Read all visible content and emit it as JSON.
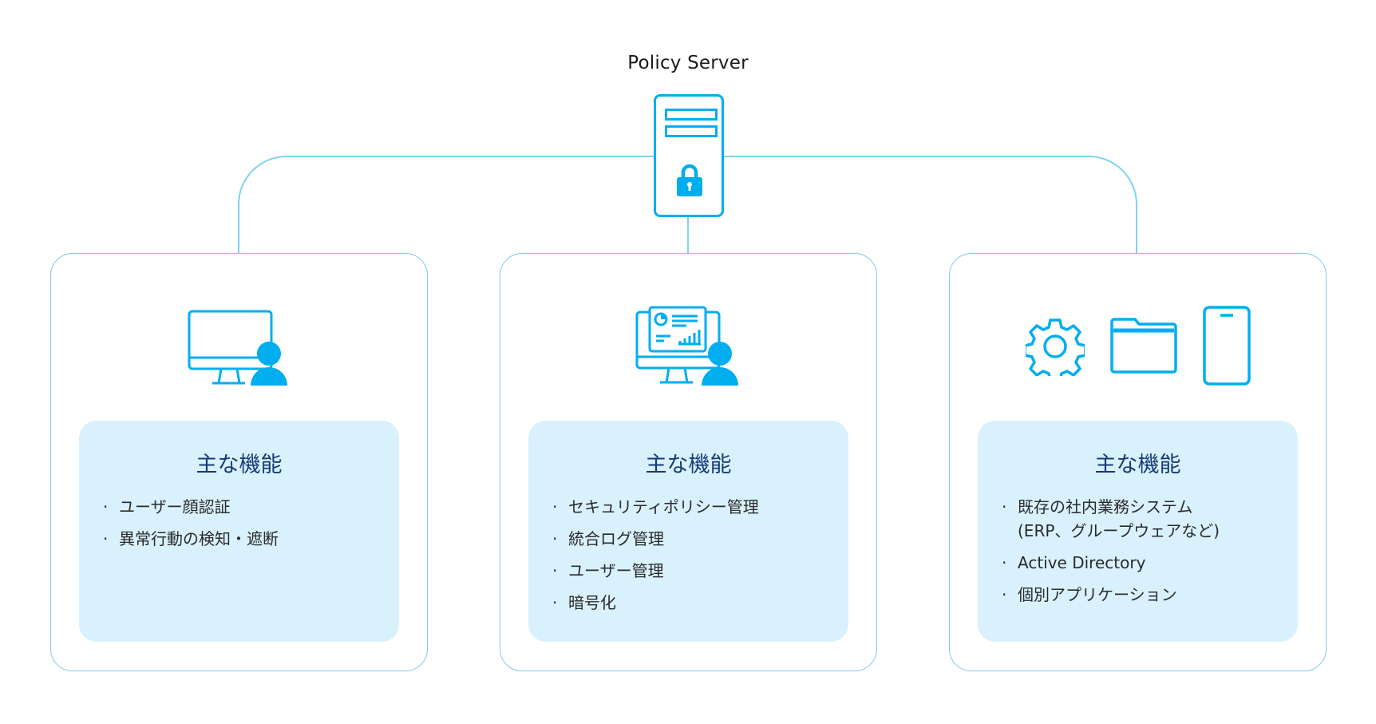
{
  "server": {
    "title": "Policy Server",
    "icon": "server-lock-icon"
  },
  "colors": {
    "accent": "#00aeef",
    "connector": "#7fd3f2",
    "card_border": "#7dcbe6",
    "panel_bg": "#d9f1fd",
    "panel_title": "#143c78",
    "text": "#2a2a2a"
  },
  "cards": [
    {
      "icons": [
        "monitor-user-icon"
      ],
      "panel_title": "主な機能",
      "bullet": "·",
      "features": [
        "ユーザー顔認証",
        "異常行動の検知・遮断"
      ]
    },
    {
      "icons": [
        "dashboard-monitor-user-icon"
      ],
      "panel_title": "主な機能",
      "bullet": "·",
      "features": [
        "セキュリティポリシー管理",
        "統合ログ管理",
        "ユーザー管理",
        "暗号化"
      ]
    },
    {
      "icons": [
        "gear-icon",
        "folder-icon",
        "smartphone-icon"
      ],
      "panel_title": "主な機能",
      "bullet": "·",
      "features": [
        "既存の社内業務システム\n(ERP、グループウェアなど)",
        "Active Directory",
        "個別アプリケーション"
      ]
    }
  ]
}
